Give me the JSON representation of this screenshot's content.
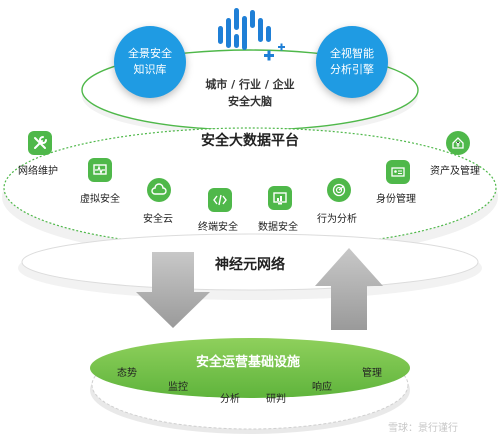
{
  "top_bubbles": {
    "left": "全景安全\n知识库",
    "right": "全视智能\n分析引擎"
  },
  "brain": {
    "line1": "城市 / 行业 / 企业",
    "line2": "安全大脑"
  },
  "platform_title": "安全大数据平台",
  "modules": [
    {
      "label": "网络维护",
      "icon": "wrench-icon"
    },
    {
      "label": "虚拟安全",
      "icon": "pulse-monitor-icon"
    },
    {
      "label": "安全云",
      "icon": "cloud-icon"
    },
    {
      "label": "终端安全",
      "icon": "code-icon"
    },
    {
      "label": "数据安全",
      "icon": "chart-monitor-icon"
    },
    {
      "label": "行为分析",
      "icon": "radar-icon"
    },
    {
      "label": "身份管理",
      "icon": "id-card-icon"
    },
    {
      "label": "资产及管理",
      "icon": "yen-house-icon"
    }
  ],
  "network_title": "神经元网络",
  "infra": {
    "title": "安全运营基础设施",
    "items": [
      "态势",
      "监控",
      "分析",
      "研判",
      "响应",
      "管理"
    ]
  },
  "watermark": "雪球：景行谨行",
  "colors": {
    "green": "#4fb84a",
    "blue": "#1f9be3",
    "light_green": "#8bcc5a"
  }
}
